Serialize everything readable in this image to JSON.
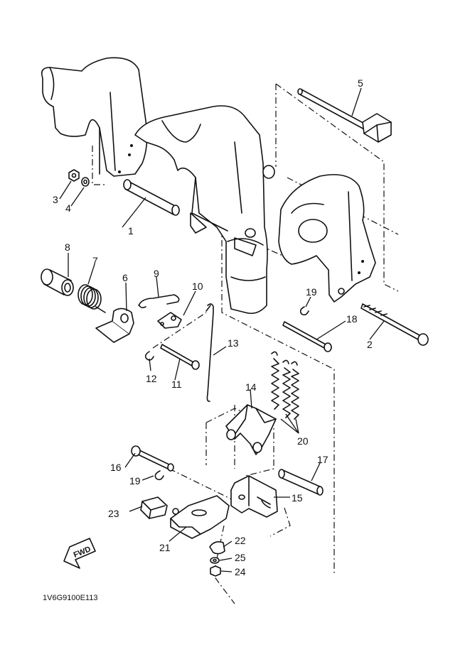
{
  "diagram": {
    "code": "1V6G9100E113",
    "fwd_label": "FWD",
    "callouts": [
      "1",
      "2",
      "3",
      "4",
      "5",
      "6",
      "7",
      "8",
      "9",
      "10",
      "11",
      "12",
      "13",
      "14",
      "15",
      "16",
      "17",
      "18",
      "19",
      "19",
      "20",
      "21",
      "22",
      "23",
      "24",
      "25"
    ]
  }
}
